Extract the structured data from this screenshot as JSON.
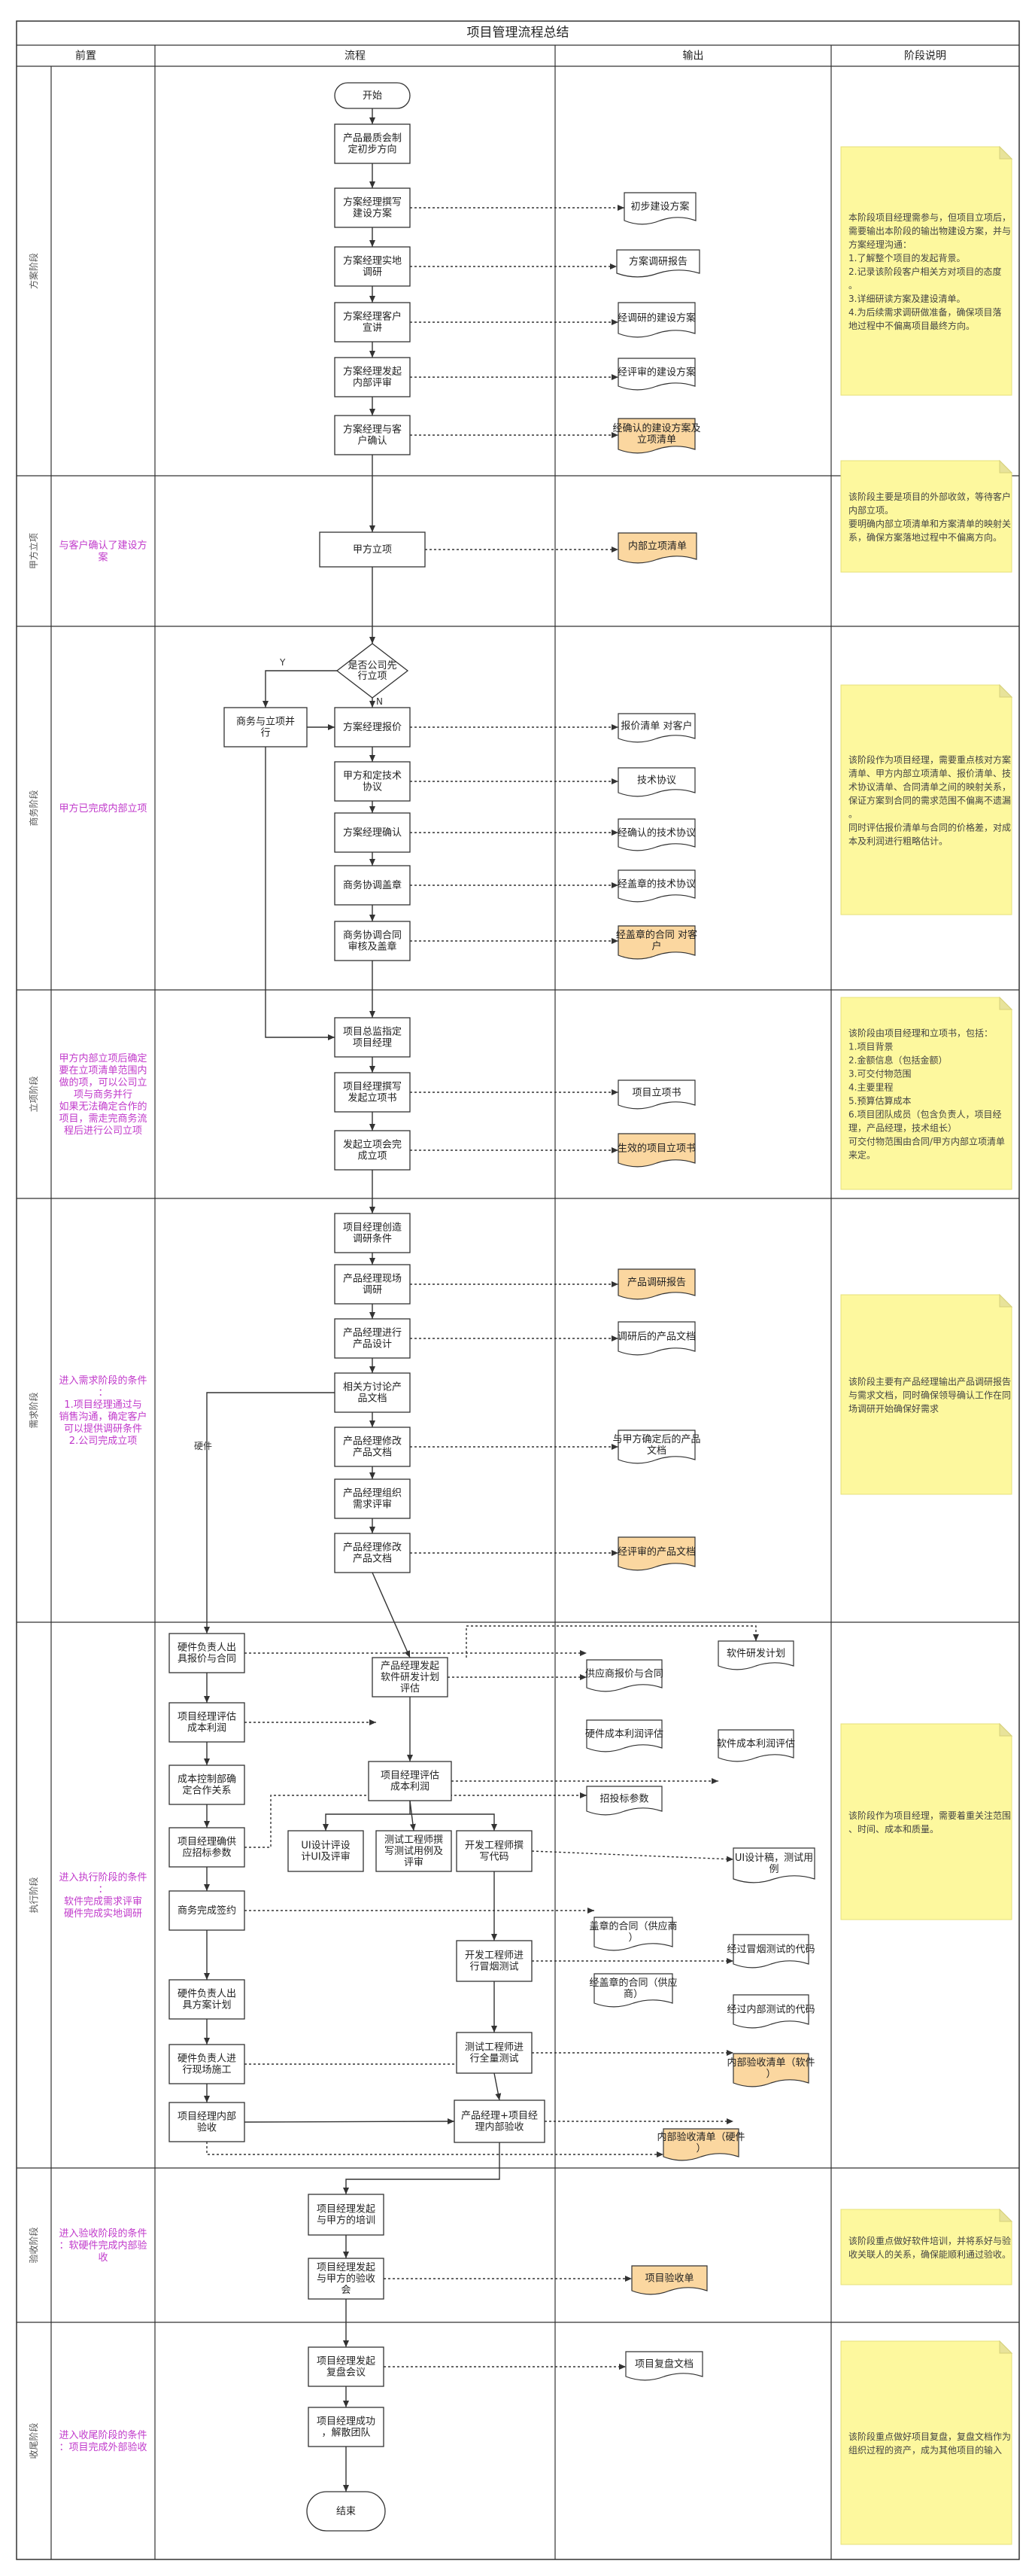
{
  "title": "项目管理流程总结",
  "headers": {
    "precondition": "前置",
    "process": "流程",
    "output": "输出",
    "stage_desc": "阶段说明"
  },
  "phases": [
    {
      "id": "p1",
      "name": "方案阶段",
      "condition": "",
      "note": "本阶段项目经理需参与，但项目立项后，需要输出本阶段的输出物建设方案，并与方案经理沟通：\n1.了解整个项目的发起背景。\n2.记录该阶段客户相关方对项目的态度。\n3.详细研读方案及建设清单。\n4.为后续需求调研做准备，确保项目落地过程中不偏离项目最终方向。"
    },
    {
      "id": "p2",
      "name": "甲方立项",
      "condition": "与客户确认了建设方案",
      "note": "该阶段主要是项目的外部收敛，等待客户内部立项。\n要明确内部立项清单和方案清单的映射关系，确保方案落地过程中不偏离方向。"
    },
    {
      "id": "p3",
      "name": "商务阶段",
      "condition": "甲方已完成内部立项",
      "note": "该阶段作为项目经理，需要重点核对方案清单、甲方内部立项清单、报价清单、技术协议清单、合同清单之间的映射关系，保证方案到合同的需求范围不偏离不遗漏。\n同时评估报价清单与合同的价格差，对成本及利润进行粗略估计。"
    },
    {
      "id": "p4",
      "name": "立项阶段",
      "condition": "甲方内部立项后确定要在立项清单范围内做的项，可以公司立项与商务并行\n如果无法确定合作的项目，需走完商务流程后进行公司立项",
      "note": "该阶段由项目经理和立项书，包括：\n1.项目背景\n2.金额信息（包括金额）\n3.可交付物范围\n4.主要里程\n5.预算估算成本\n6.项目团队成员（包含负责人，项目经理，产品经理，技术组长）\n可交付物范围由合同/甲方内部立项清单来定。"
    },
    {
      "id": "p5",
      "name": "需求阶段",
      "condition": "进入需求阶段的条件：\n1.项目经理通过与销售沟通，确定客户可以提供调研条件\n2.公司完成立项",
      "note": "该阶段主要有产品经理输出产品调研报告与需求文档，同时确保领导确认工作在同场调研开始确保好需求"
    },
    {
      "id": "p6",
      "name": "执行阶段",
      "condition": "进入执行阶段的条件：\n软件完成需求评审\n硬件完成实地调研",
      "note": "该阶段作为项目经理，需要着重关注范围、时间、成本和质量。"
    },
    {
      "id": "p7",
      "name": "验收阶段",
      "condition": "进入验收阶段的条件：软硬件完成内部验收",
      "note": "该阶段重点做好软件培训，并将系好与验收关联人的关系，确保能顺利通过验收。"
    },
    {
      "id": "p8",
      "name": "收尾阶段",
      "condition": "进入收尾阶段的条件：项目完成外部验收",
      "note": "该阶段重点做好项目复盘，复盘文档作为组织过程的资产，成为其他项目的输入"
    }
  ],
  "nodes": {
    "start": "开始",
    "n1": "产品最质会制定初步方向",
    "n2": "方案经理撰写建设方案",
    "n3": "方案经理实地调研",
    "n4": "方案经理客户宣讲",
    "n5": "方案经理发起内部评审",
    "n6": "方案经理与客户确认",
    "n7": "甲方立项",
    "d1": "是否公司先行立项",
    "n8": "商务与立项并行",
    "n9": "方案经理报价",
    "n10": "甲方和定技术协议",
    "n11": "方案经理确认",
    "n12": "商务协调盖章",
    "n13": "商务协调合同审核及盖章",
    "n14": "项目总监指定项目经理",
    "n15": "项目经理撰写发起立项书",
    "n16": "发起立项会完成立项",
    "n17": "项目经理创造调研条件",
    "n18": "产品经理现场调研",
    "n19": "产品经理进行产品设计",
    "n20": "相关方讨论产品文档",
    "n21": "产品经理修改产品文档",
    "n22": "产品经理组织需求评审",
    "n23": "产品经理修改产品文档",
    "h1": "硬件负责人出具报价与合同",
    "h2": "项目经理评估成本利润",
    "h3": "成本控制部确定合作关系",
    "h4": "项目经理确供应招标参数",
    "h5": "商务完成签约",
    "h6": "硬件负责人出具方案计划",
    "h7": "硬件负责人进行现场施工",
    "h8": "项目经理内部验收",
    "s1": "产品经理发起软件研发计划评估",
    "s2": "项目经理评估成本利润",
    "s3": "UI设计评设计UI及评审",
    "s4": "测试工程师撰写测试用例及评审",
    "s5": "开发工程师撰写代码",
    "s6": "开发工程师进行冒烟测试",
    "s7": "测试工程师进行全量测试",
    "s8": "产品经理+项目经理内部验收",
    "a1": "项目经理发起与甲方的培训",
    "a2": "项目经理发起与甲方的验收会",
    "c1": "项目经理发起复盘会议",
    "c2": "项目经理成功，解散团队",
    "end": "结束"
  },
  "outputs": {
    "o1": "初步建设方案",
    "o2": "方案调研报告",
    "o3": "经调研的建设方案",
    "o4": "经评审的建设方案",
    "o5": "经确认的建设方案及立项清单",
    "o6": "内部立项清单",
    "o7": "报价清单 对客户",
    "o8": "技术协议",
    "o9": "经确认的技术协议",
    "o10": "经盖章的技术协议",
    "o11": "经盖章的合同 对客户",
    "o12": "项目立项书",
    "o13": "生效的项目立项书",
    "o14": "产品调研报告",
    "o15": "调研后的产品文档",
    "o16": "与甲方确定后的产品文档",
    "o17": "经评审的产品文档",
    "e1": "软件研发计划",
    "e2": "供应商报价与合同",
    "e3": "硬件成本利润评估",
    "e4": "软件成本利润评估",
    "e5": "招投标参数",
    "e6": "UI设计稿，测试用例",
    "e7": "盖章的合同（供应商）",
    "e8": "经盖章的合同（供应商）",
    "e9": "经过冒烟测试的代码",
    "e10": "经过内部测试的代码",
    "e11": "内部验收清单（软件）",
    "e12": "内部验收清单（硬件）",
    "o18": "项目验收单",
    "o19": "项目复盘文档"
  },
  "labels": {
    "yes": "Y",
    "no": "N",
    "hardware": "硬件"
  },
  "colors": {
    "note_fill": "#fdf89e",
    "highlight_fill": "#fbd7a0",
    "line": "#333333",
    "lane_text": "#c13acb",
    "grid": "#333333"
  }
}
